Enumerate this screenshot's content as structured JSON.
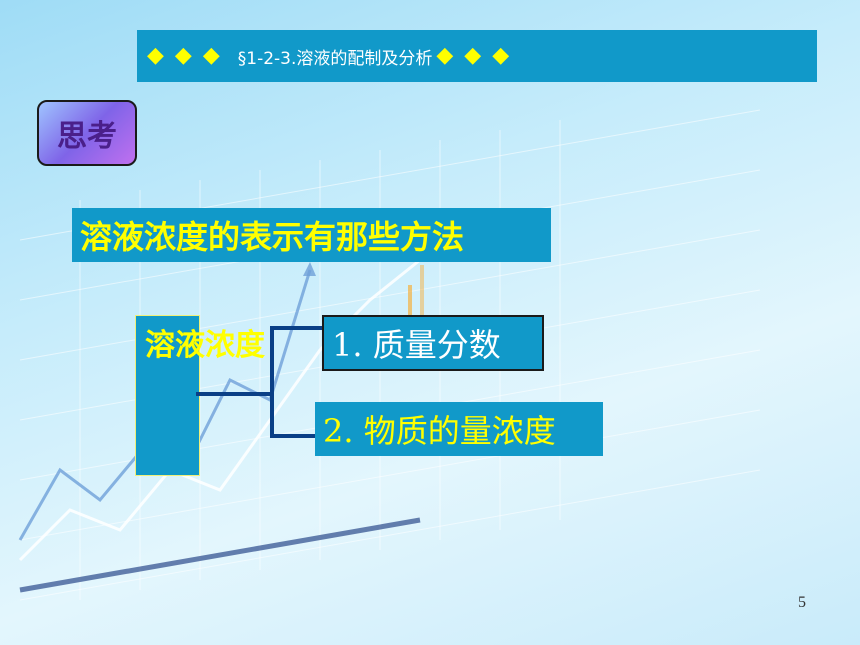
{
  "header": {
    "diamonds_left": "◆ ◆ ◆",
    "title": "§1-2-3.溶液的配制及分析",
    "diamonds_right": "◆ ◆ ◆"
  },
  "think_label": "思考",
  "question": "溶液浓度的表示有那些方法",
  "concept": "溶液浓度",
  "options": [
    "1. 质量分数",
    "2. 物质的量浓度"
  ],
  "page_number": "5",
  "colors": {
    "panel_blue": "#1199c9",
    "highlight_yellow": "#ffff00",
    "connector": "#0a3f86"
  }
}
